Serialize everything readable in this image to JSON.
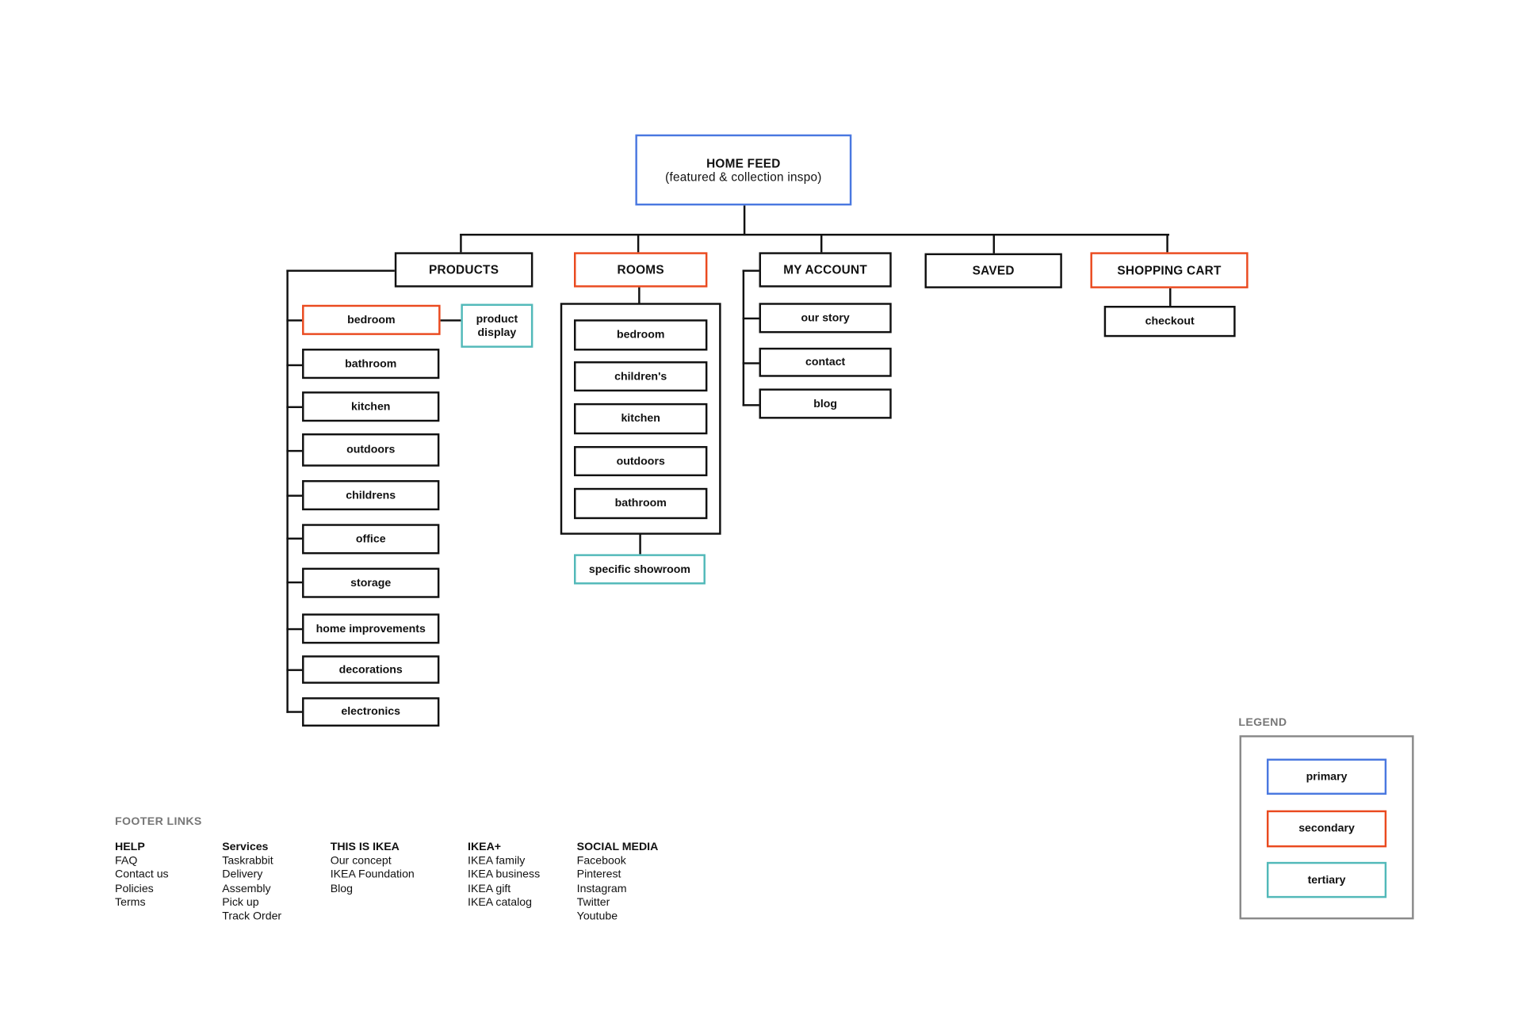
{
  "colors": {
    "primary": "#4a78e0",
    "secondary": "#ea4a1f",
    "tertiary": "#52b9b9",
    "default": "#111111",
    "legend_border": "#8a8a8a"
  },
  "home": {
    "title": "HOME FEED",
    "subtitle": "(featured & collection inspo)"
  },
  "nav": {
    "products": "PRODUCTS",
    "rooms": "ROOMS",
    "my_account": "MY ACCOUNT",
    "saved": "SAVED",
    "shopping_cart": "SHOPPING CART"
  },
  "products": {
    "items": [
      "bedroom",
      "bathroom",
      "kitchen",
      "outdoors",
      "childrens",
      "office",
      "storage",
      "home improvements",
      "decorations",
      "electronics"
    ],
    "product_display": "product display"
  },
  "rooms": {
    "items": [
      "bedroom",
      "children's",
      "kitchen",
      "outdoors",
      "bathroom"
    ],
    "specific_showroom": "specific showroom"
  },
  "my_account": {
    "items": [
      "our story",
      "contact",
      "blog"
    ]
  },
  "shopping_cart": {
    "checkout": "checkout"
  },
  "legend": {
    "title": "LEGEND",
    "primary": "primary",
    "secondary": "secondary",
    "tertiary": "tertiary"
  },
  "footer": {
    "title": "FOOTER LINKS",
    "columns": [
      {
        "heading": "HELP",
        "items": [
          "FAQ",
          "Contact us",
          "Policies",
          "Terms"
        ]
      },
      {
        "heading": "Services",
        "items": [
          "Taskrabbit",
          "Delivery",
          "Assembly",
          "Pick up",
          "Track Order"
        ]
      },
      {
        "heading": "THIS IS IKEA",
        "items": [
          "Our concept",
          "IKEA Foundation",
          "Blog"
        ]
      },
      {
        "heading": "IKEA+",
        "items": [
          "IKEA family",
          "IKEA business",
          "IKEA gift",
          "IKEA catalog"
        ]
      },
      {
        "heading": "SOCIAL MEDIA",
        "items": [
          "Facebook",
          "Pinterest",
          "Instagram",
          "Twitter",
          "Youtube"
        ]
      }
    ]
  }
}
